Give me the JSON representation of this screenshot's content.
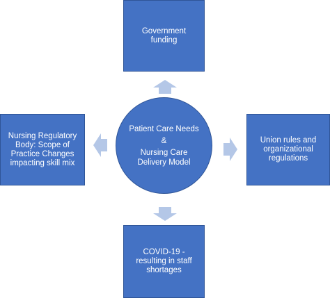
{
  "diagram": {
    "hub": {
      "line1": "Patient Care Needs",
      "line2": "&",
      "line3": "Nursing Care",
      "line4": "Delivery Model"
    },
    "boxes": {
      "top": "Government funding",
      "left": "Nursing Regulatory Body: Scope of Practice Changes impacting skill mix",
      "right": "Union rules and organizational regulations",
      "bottom": "COVID-19 - resulting in staff shortages"
    },
    "colors": {
      "box_fill": "#4472c4",
      "box_border": "#2f5597",
      "arrow_fill": "#b4c7e7",
      "text": "#ffffff"
    }
  }
}
